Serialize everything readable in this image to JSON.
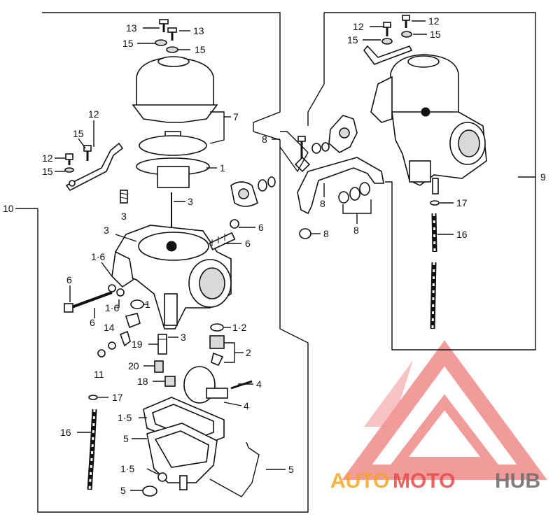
{
  "labels": {
    "l13a": "13",
    "l13b": "13",
    "l15a": "15",
    "l15b": "15",
    "l7": "7",
    "l1a": "1",
    "l3a": "3",
    "l3b": "3",
    "l3c": "3",
    "l12": "12",
    "l15c": "15",
    "l12b": "12",
    "l15d": "15",
    "l10": "10",
    "l6a": "6",
    "l6b": "6",
    "l6c": "6",
    "l6d": "6",
    "l16a": "1·6",
    "l16b": "1·6",
    "l1b": "1",
    "l14": "14",
    "l11": "11",
    "l19": "19",
    "l3d": "3",
    "l12c": "1·2",
    "l2": "2",
    "l20": "20",
    "l18": "18",
    "l4a": "4",
    "l4b": "4",
    "l17a": "17",
    "l15e": "1·5",
    "l5a": "5",
    "l16c": "16",
    "l15f": "1·5",
    "l5b": "5",
    "l5c": "5",
    "r12a": "12",
    "r12b": "12",
    "r15a": "15",
    "r15b": "15",
    "r8a": "8",
    "r8b": "8",
    "r8c": "8",
    "r8d": "8",
    "r9": "9",
    "r17": "17",
    "r16": "16"
  },
  "watermark": {
    "part1": "AUTO",
    "part2": "MOTO",
    "part3": "HUB",
    "color_orange": "#f5a623",
    "color_red": "#e84a4a",
    "color_grey": "#6b6b6b"
  }
}
